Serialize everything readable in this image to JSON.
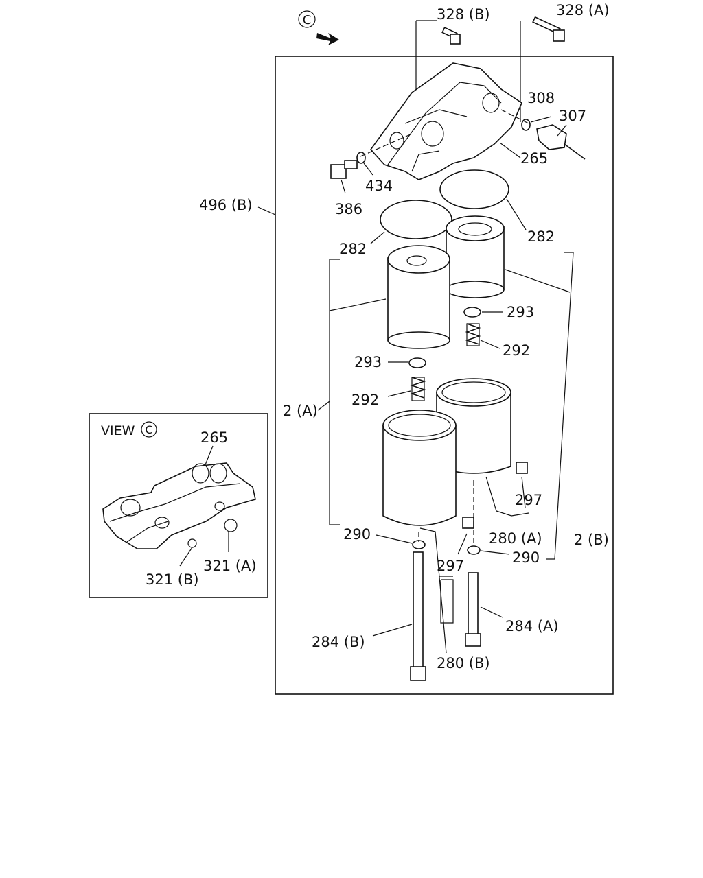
{
  "view_marker": "C",
  "view_label": "VIEW",
  "callouts": {
    "c328b": "328 (B)",
    "c328a": "328 (A)",
    "c308": "308",
    "c307": "307",
    "c265": "265",
    "c434": "434",
    "c386": "386",
    "c496b": "496 (B)",
    "c282_left": "282",
    "c282_right": "282",
    "c293_right": "293",
    "c292_right": "292",
    "c293_left": "293",
    "c292_left": "292",
    "c2a": "2 (A)",
    "c297_right": "297",
    "c280a": "280 (A)",
    "c2b": "2 (B)",
    "c290_left": "290",
    "c297_mid": "297",
    "c290_right": "290",
    "c284a": "284 (A)",
    "c284b": "284 (B)",
    "c280b": "280 (B)",
    "inset_265": "265",
    "inset_321a": "321 (A)",
    "inset_321b": "321 (B)"
  }
}
